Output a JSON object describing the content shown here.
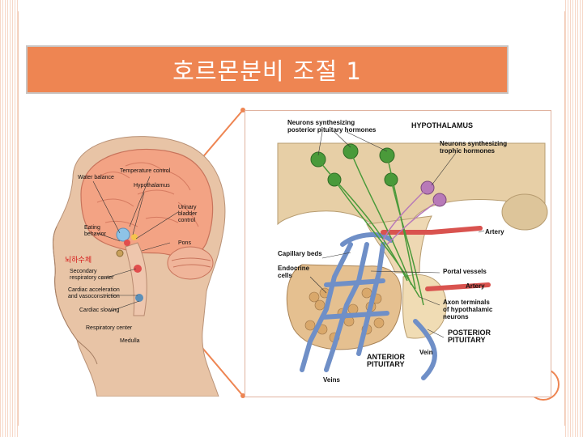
{
  "slide": {
    "title": "호르몬분비 조절 1"
  },
  "head_labels": {
    "temperature_control": "Temperature control",
    "water_balance": "Water balance",
    "hypothalamus": "Hypothalamus",
    "urinary_bladder_control": [
      "Urinary",
      "bladder",
      "control"
    ],
    "eating_behavior": [
      "Eating",
      "behavior"
    ],
    "pons": "Pons",
    "pituitary_korean": "뇌하수체",
    "secondary_respiratory_center": [
      "Secondary",
      "respiratory center"
    ],
    "cardiac_acceleration": [
      "Cardiac acceleration",
      "and vasoconstriction"
    ],
    "cardiac_slowing": "Cardiac slowing",
    "respiratory_center": "Respiratory center",
    "medulla": "Medulla"
  },
  "diagram_labels": {
    "neurons_posterior": [
      "Neurons synthesizing",
      "posterior pituitary hormones"
    ],
    "hypothalamus": "HYPOTHALAMUS",
    "neurons_trophic": [
      "Neurons synthesizing",
      "trophic hormones"
    ],
    "artery_top": "Artery",
    "capillary_beds": "Capillary beds",
    "endocrine_cells": [
      "Endocrine",
      "cells"
    ],
    "portal_vessels": "Portal vessels",
    "artery_bottom": "Artery",
    "axon_terminals": [
      "Axon terminals",
      "of hypothalamic",
      "neurons"
    ],
    "posterior_pituitary": [
      "POSTERIOR",
      "PITUITARY"
    ],
    "vein": "Vein",
    "anterior_pituitary": [
      "ANTERIOR",
      "PITUITARY"
    ],
    "veins": "Veins"
  },
  "colors": {
    "accent": "#ee8552",
    "vessel_blue": "#6f8fc7",
    "artery_red": "#d9534f",
    "tissue": "#e9cfa8",
    "neuron_green": "#4a9a3a"
  }
}
